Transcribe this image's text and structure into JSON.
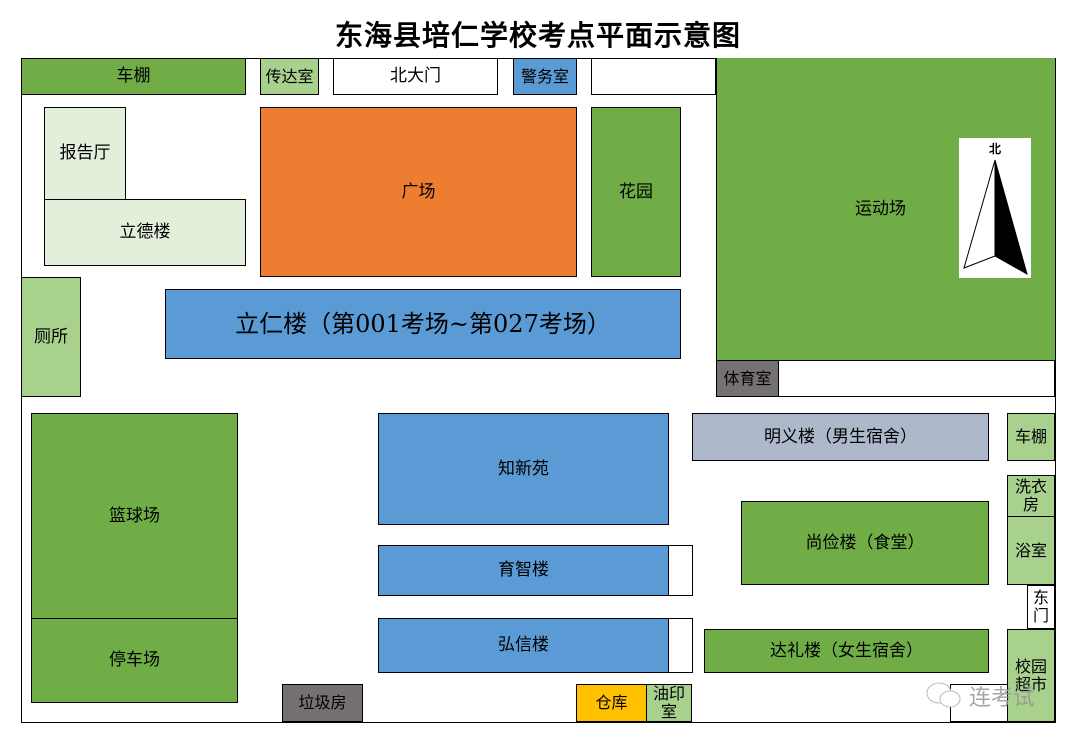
{
  "title": "东海县培仁学校考点平面示意图",
  "rooms": {
    "bike_shed_north": "车棚",
    "reception": "传达室",
    "north_gate": "北大门",
    "police": "警务室",
    "sports_field": "运动场",
    "pe_room": "体育室",
    "lecture_hall": "报告厅",
    "lide": "立德楼",
    "plaza": "广场",
    "garden": "花园",
    "liren": "立仁楼（第001考场~第027考场）",
    "toilet": "厕所",
    "basketball": "篮球场",
    "parking": "停车场",
    "zhixin": "知新苑",
    "yuzhi": "育智楼",
    "hongxin": "弘信楼",
    "mingyi": "明义楼（男生宿舍）",
    "bike_shed_east": "车棚",
    "laundry": "洗衣房",
    "bath": "浴室",
    "east_gate": "东门",
    "supermarket": "校园超市",
    "shangjian": "尚俭楼（食堂）",
    "dali": "达礼楼（女生宿舍）",
    "garbage": "垃圾房",
    "warehouse": "仓库",
    "printing": "油印室"
  },
  "compass": {
    "label": "北"
  },
  "watermark": "连考试",
  "colors": {
    "green": "#70AD47",
    "light_green": "#A9D18E",
    "pale": "#E2EFDA",
    "orange": "#ED7D31",
    "blue": "#5B9BD5",
    "gray": "#767171",
    "slate": "#ADB9CA",
    "yellow": "#FFC000"
  }
}
